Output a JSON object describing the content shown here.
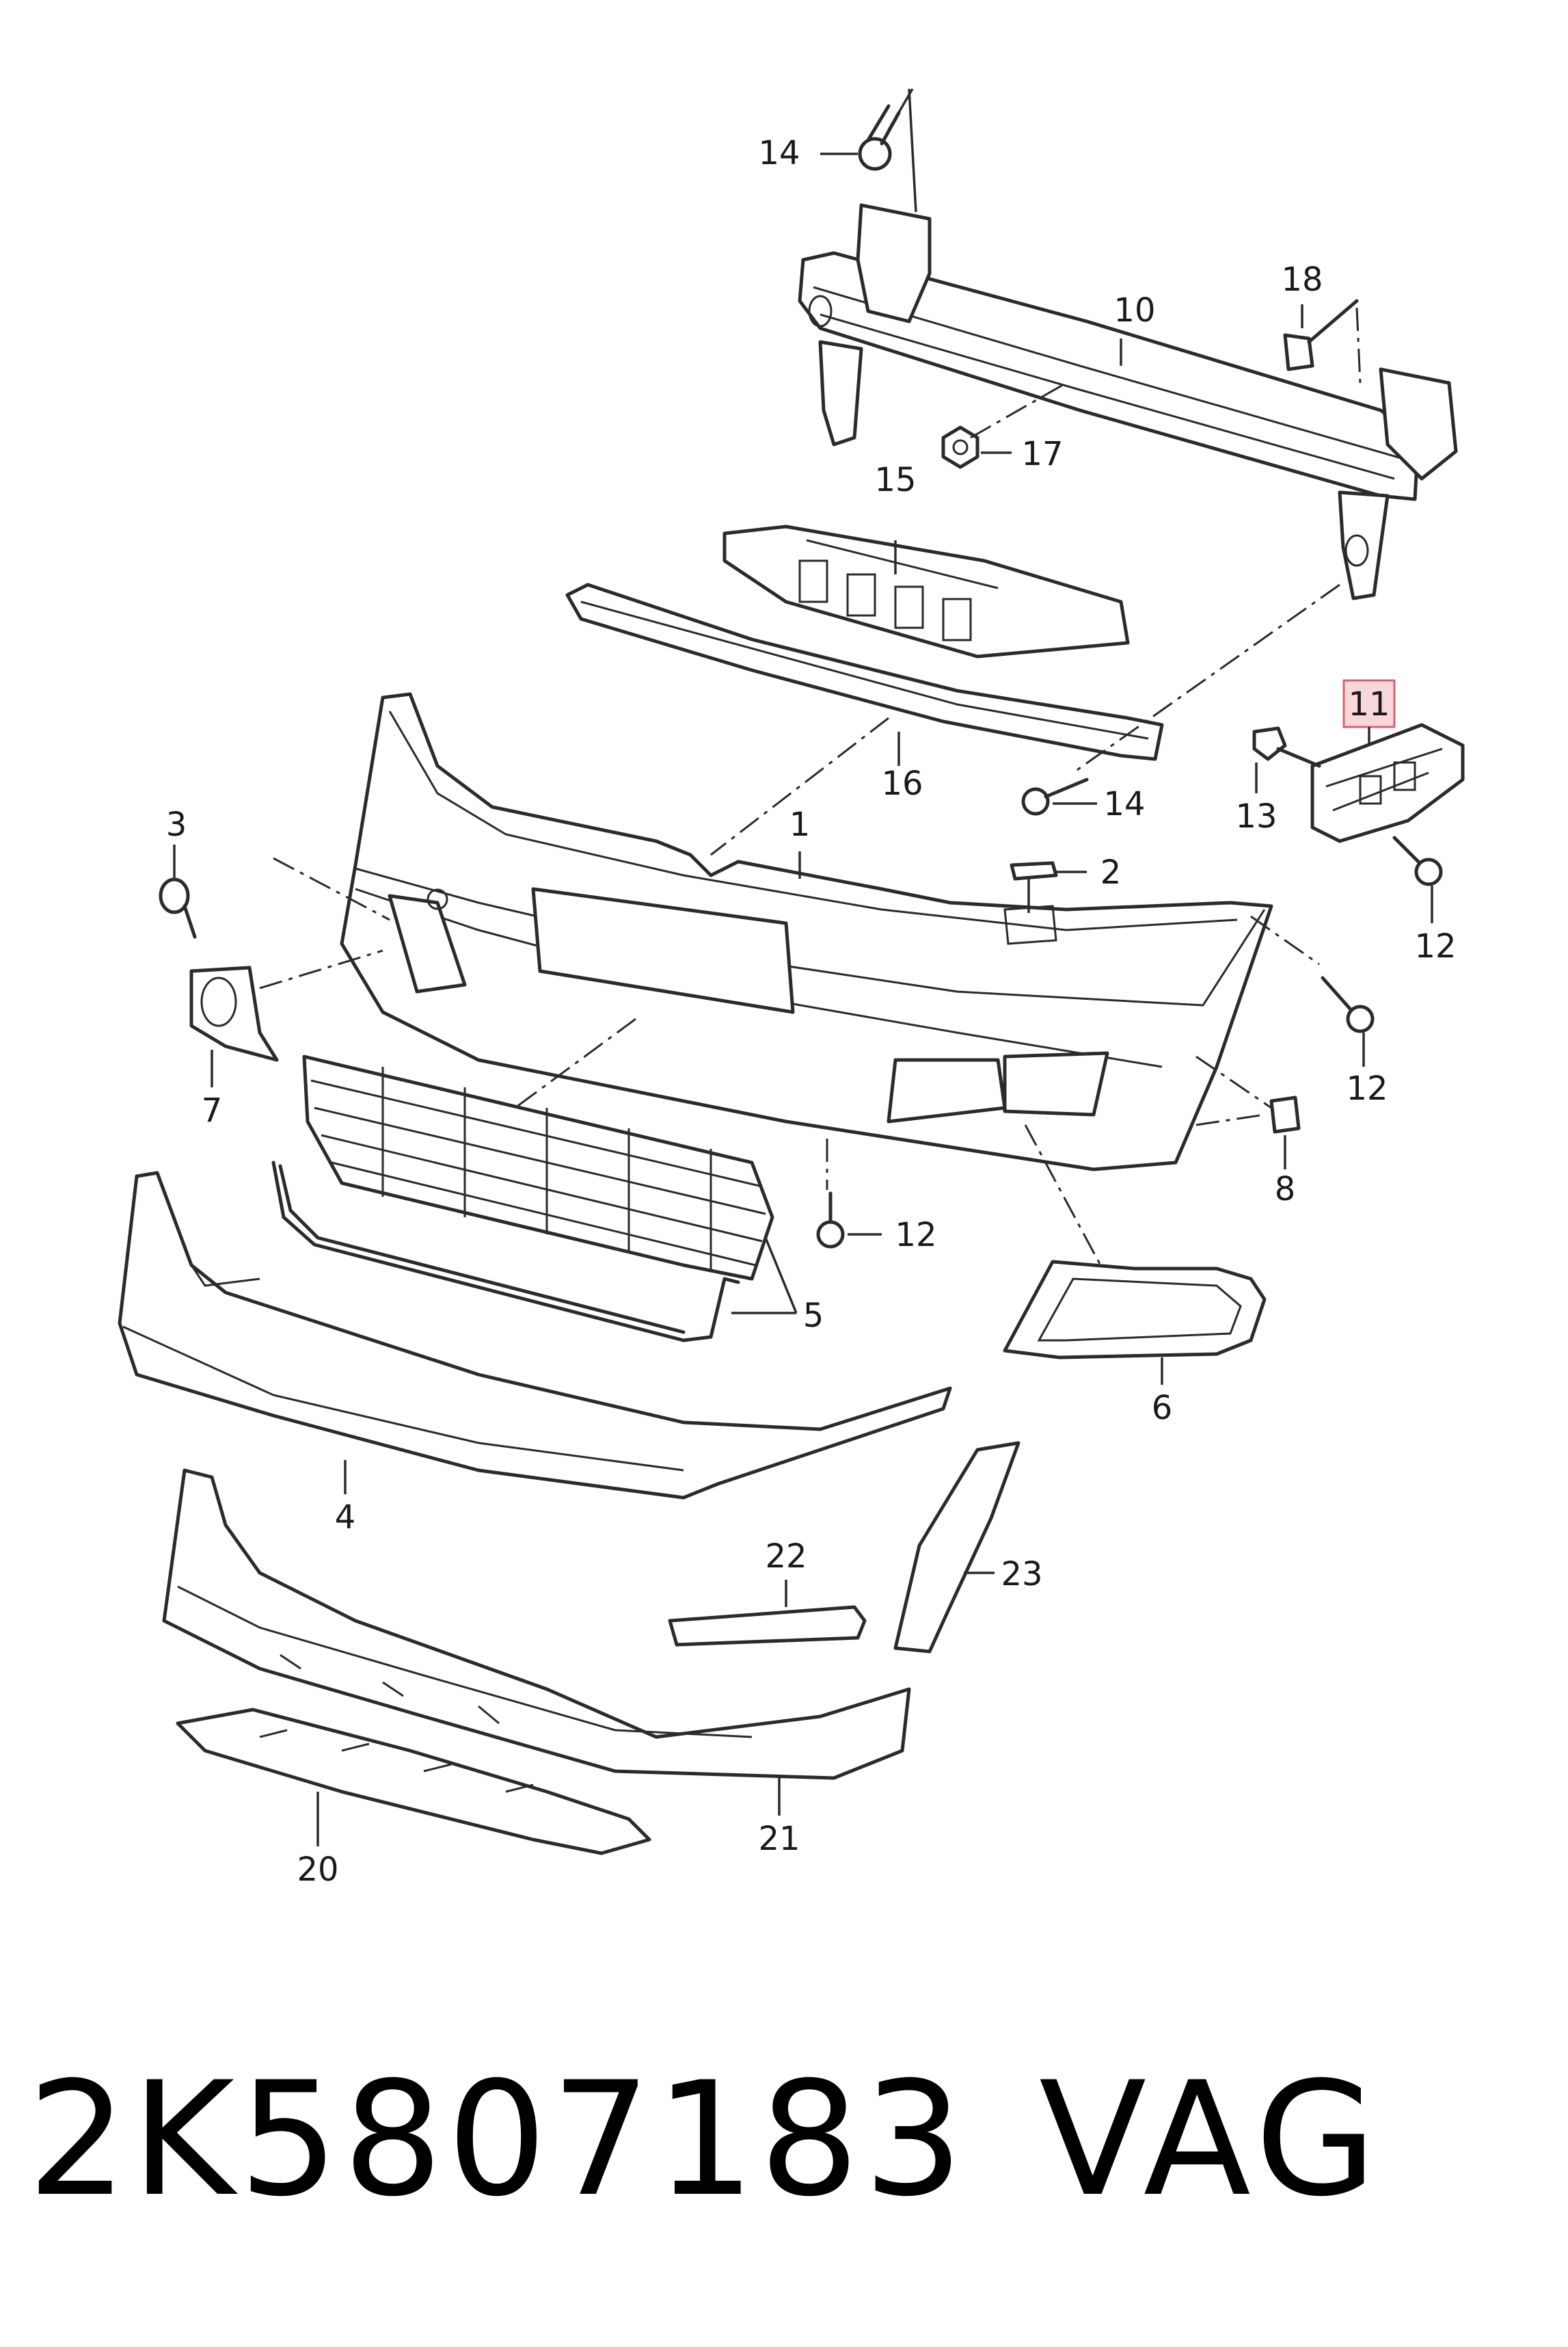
{
  "diagram": {
    "labels": {
      "p1": "1",
      "p2": "2",
      "p3": "3",
      "p4": "4",
      "p5": "5",
      "p6": "6",
      "p7": "7",
      "p8": "8",
      "p10": "10",
      "p11": "11",
      "p12a": "12",
      "p12b": "12",
      "p12c": "12",
      "p13": "13",
      "p14a": "14",
      "p14b": "14",
      "p15": "15",
      "p16": "16",
      "p17": "17",
      "p18": "18",
      "p20": "20",
      "p21": "21",
      "p22": "22",
      "p23": "23"
    },
    "highlighted_part": "11",
    "highlight_color": "#f8d7dc"
  },
  "footer": {
    "part_number": "2K5807183",
    "brand": "VAG"
  }
}
